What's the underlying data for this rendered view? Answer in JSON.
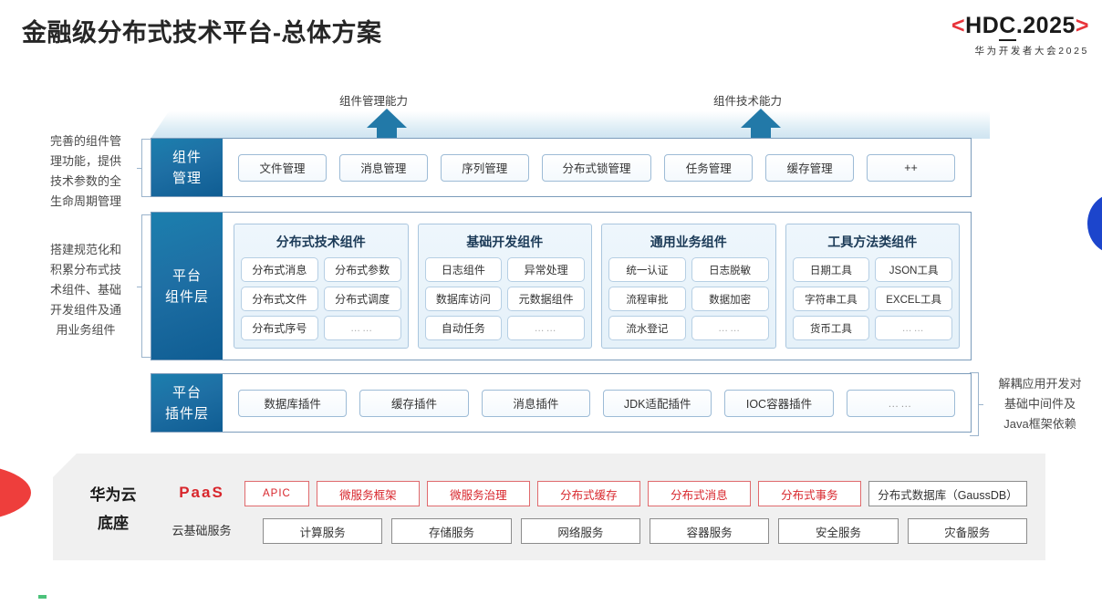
{
  "header": {
    "title": "金融级分布式技术平台-总体方案",
    "logo_lead": "<",
    "logo_text_1": "HD",
    "logo_text_2": "C",
    "logo_text_3": ".2025",
    "logo_trail": ">",
    "logo_sub": "华为开发者大会2025"
  },
  "arrows": [
    {
      "label": "组件管理能力"
    },
    {
      "label": "组件技术能力"
    }
  ],
  "side_captions": {
    "left_top": "完善的组件管\n理功能，提供\n技术参数的全\n生命周期管理",
    "left_bottom": "搭建规范化和\n积累分布式技\n术组件、基础\n开发组件及通\n用业务组件",
    "right": "解耦应用开发对\n基础中间件及\nJava框架依赖"
  },
  "layers": {
    "component_mgmt": {
      "tab": "组件\n管理",
      "tab_line1": "组件",
      "tab_line2": "管理",
      "chips": [
        "文件管理",
        "消息管理",
        "序列管理",
        "分布式锁管理",
        "任务管理",
        "缓存管理",
        "++"
      ]
    },
    "platform_component": {
      "tab_line1": "平台",
      "tab_line2": "组件层",
      "groups": [
        {
          "title": "分布式技术组件",
          "cells": [
            "分布式消息",
            "分布式参数",
            "分布式文件",
            "分布式调度",
            "分布式序号",
            "……"
          ]
        },
        {
          "title": "基础开发组件",
          "cells": [
            "日志组件",
            "异常处理",
            "数据库访问",
            "元数据组件",
            "自动任务",
            "……"
          ]
        },
        {
          "title": "通用业务组件",
          "cells": [
            "统一认证",
            "日志脱敏",
            "流程审批",
            "数据加密",
            "流水登记",
            "……"
          ]
        },
        {
          "title": "工具方法类组件",
          "cells": [
            "日期工具",
            "JSON工具",
            "字符串工具",
            "EXCEL工具",
            "货币工具",
            "……"
          ]
        }
      ]
    },
    "platform_plugin": {
      "tab_line1": "平台",
      "tab_line2": "插件层",
      "chips": [
        "数据库插件",
        "缓存插件",
        "消息插件",
        "JDK适配插件",
        "IOC容器插件",
        "……"
      ]
    }
  },
  "base": {
    "title_line1": "华为云",
    "title_line2": "底座",
    "paas_label": "PaaS",
    "cloud_label": "云基础服务",
    "paas_items": [
      "APIC",
      "微服务框架",
      "微服务治理",
      "分布式缓存",
      "分布式消息",
      "分布式事务",
      "分布式数据库（GaussDB）"
    ],
    "cloud_items": [
      "计算服务",
      "存储服务",
      "网络服务",
      "容器服务",
      "安全服务",
      "灾备服务"
    ]
  },
  "colors": {
    "brand_red": "#d8262c",
    "layer_blue": "#1e6fa4",
    "arrow_blue": "#2279a8",
    "accent_blue": "#1c45cc"
  }
}
